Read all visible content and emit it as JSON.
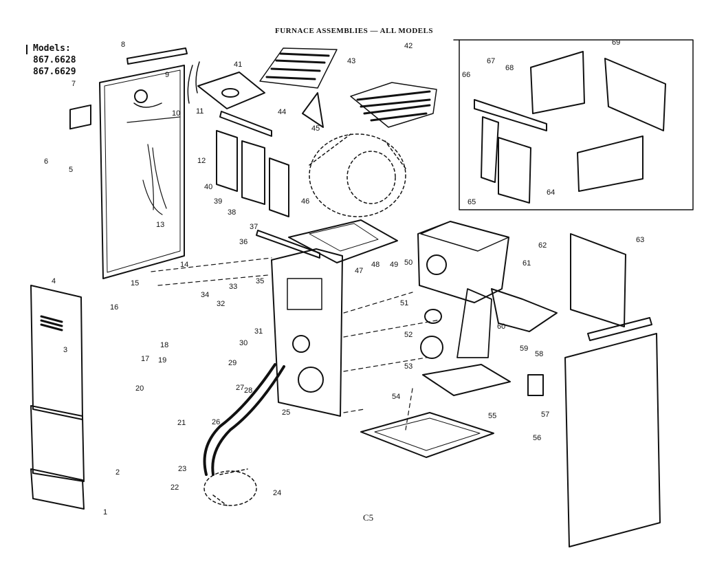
{
  "header": {
    "title": "FURNACE ASSEMBLIES — ALL MODELS",
    "models_label": "Models:",
    "models": [
      "867.6628",
      "867.6629"
    ]
  },
  "footer": {
    "code": "C5"
  },
  "colors": {
    "ink": "#111111",
    "paper": "#ffffff"
  },
  "callouts": [
    "1",
    "2",
    "3",
    "4",
    "5",
    "6",
    "7",
    "8",
    "9",
    "10",
    "11",
    "12",
    "13",
    "14",
    "15",
    "16",
    "17",
    "18",
    "19",
    "20",
    "21",
    "22",
    "23",
    "24",
    "25",
    "26",
    "27",
    "28",
    "29",
    "30",
    "31",
    "32",
    "33",
    "34",
    "35",
    "36",
    "37",
    "38",
    "39",
    "40",
    "41",
    "42",
    "43",
    "44",
    "45",
    "46",
    "47",
    "48",
    "49",
    "50",
    "51",
    "52",
    "53",
    "54",
    "55",
    "56",
    "57",
    "58",
    "59",
    "60",
    "61",
    "62",
    "63",
    "64",
    "65",
    "66",
    "67",
    "68",
    "69"
  ]
}
